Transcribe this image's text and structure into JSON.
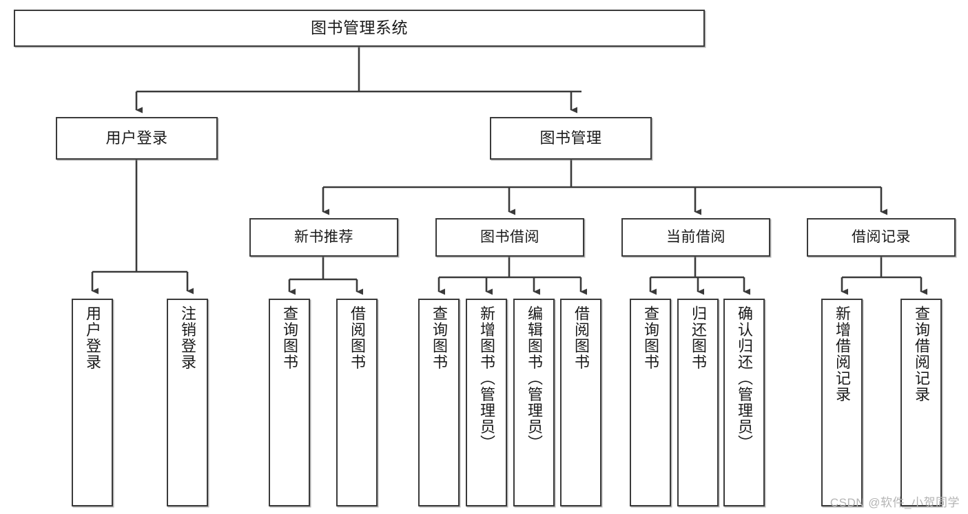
{
  "diagram": {
    "title": "图书管理系统",
    "type": "tree-hierarchy",
    "watermark": "CSDN @软件_小贺同学",
    "colors": {
      "background": "#ffffff",
      "node_fill": "#ffffff",
      "node_border": "#3a3a3a",
      "edge": "#3a3a3a",
      "text": "#1a1a1a",
      "watermark": "#b4b4b4"
    },
    "nodes": {
      "root": {
        "label": "图书管理系统"
      },
      "level2": [
        {
          "label": "用户登录"
        },
        {
          "label": "图书管理"
        }
      ],
      "level3": [
        {
          "label": "新书推荐"
        },
        {
          "label": "图书借阅"
        },
        {
          "label": "当前借阅"
        },
        {
          "label": "借阅记录"
        }
      ],
      "leaves": {
        "user_login": [
          {
            "label": "用户登录"
          },
          {
            "label": "注销登录"
          }
        ],
        "new_book": [
          {
            "label": "查询图书"
          },
          {
            "label": "借阅图书"
          }
        ],
        "book_borrow": [
          {
            "label": "查询图书"
          },
          {
            "label": "新增图书（管理员）"
          },
          {
            "label": "编辑图书（管理员）"
          },
          {
            "label": "借阅图书"
          }
        ],
        "current_borrow": [
          {
            "label": "查询图书"
          },
          {
            "label": "归还图书"
          },
          {
            "label": "确认归还（管理员）"
          }
        ],
        "borrow_record": [
          {
            "label": "新增借阅记录"
          },
          {
            "label": "查询借阅记录"
          }
        ]
      }
    }
  }
}
